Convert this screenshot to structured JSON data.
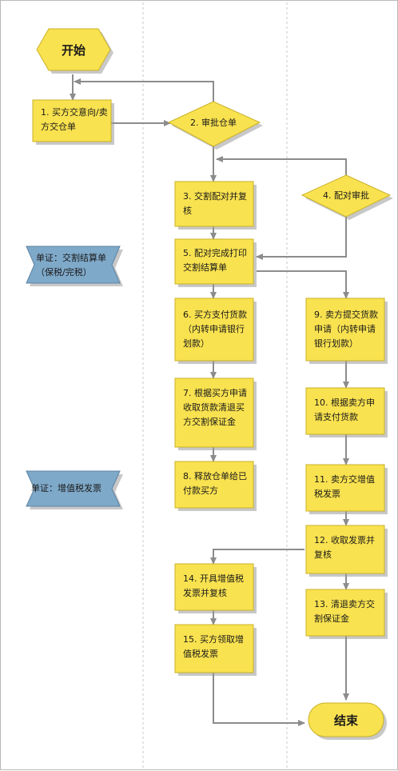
{
  "flowchart": {
    "start": "开始",
    "end": "结束",
    "steps": {
      "s1": "1. 买方交意向/卖方交仓单",
      "s2": "2. 审批仓单",
      "s3": "3. 交割配对并复核",
      "s4": "4. 配对审批",
      "s5": "5. 配对完成打印交割结算单",
      "s6": "6. 买方支付货款（内转申请银行划款）",
      "s7": "7. 根据买方申请收取货款清退买方交割保证金",
      "s8": "8. 释放仓单给已付款买方",
      "s9": "9. 卖方提交货款申请（内转申请银行划款）",
      "s10": "10. 根据卖方申请支付货款",
      "s11": "11. 卖方交增值税发票",
      "s12": "12. 收取发票并复核",
      "s13": "13. 清退卖方交割保证金",
      "s14": "14. 开具增值税发票并复核",
      "s15": "15. 买方领取增值税发票"
    },
    "documents": {
      "d1": "单证：交割结算单（保税/完税）",
      "d2": "单证：增值税发票"
    }
  }
}
